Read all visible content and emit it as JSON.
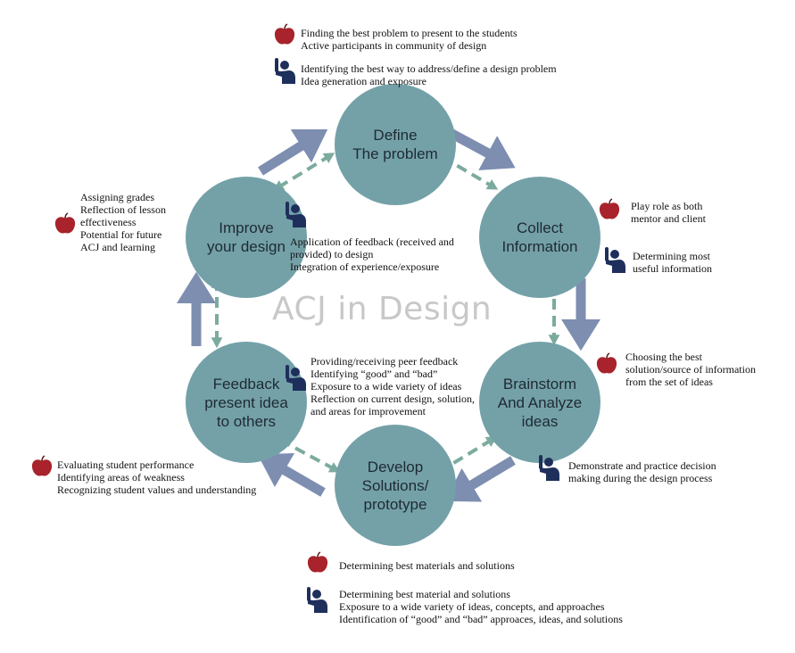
{
  "title": "ACJ in Design",
  "colors": {
    "node_fill": "#74a1a8",
    "cycle_arrow": "#7d8eb0",
    "dashed_arrow": "#7bab9e",
    "apple": "#a8232b",
    "student": "#1f2f5c"
  },
  "legend_icons": {
    "teacher": "apple-icon",
    "student": "raised-hand-student-icon"
  },
  "nodes": {
    "define": "Define\nThe problem",
    "collect": "Collect\nInformation",
    "brainstorm": "Brainstorm\nAnd Analyze\nideas",
    "develop": "Develop\nSolutions/\nprototype",
    "feedback": "Feedback\npresent idea\nto others",
    "improve": "Improve\nyour design"
  },
  "notes": {
    "define_teacher": "Finding the best problem to present to the students\nActive participants in community of design",
    "define_student": "Identifying the best way to address/define a design problem\nIdea generation and exposure",
    "collect_teacher": "Play role as both\nmentor and client",
    "collect_student": "Determining most\nuseful information",
    "brainstorm_teacher": "Choosing the best\nsolution/source of information\nfrom the set of ideas",
    "brainstorm_student": "Demonstrate and practice decision\nmaking during the design process",
    "develop_teacher": "Determining best materials and solutions",
    "develop_student": "Determining best material and solutions\nExposure to a wide variety of ideas, concepts, and approaches\nIdentification of “good” and “bad” approaces, ideas, and solutions",
    "feedback_teacher": "Evaluating student performance\nIdentifying areas of weakness\nRecognizing student values and understanding",
    "feedback_student": "Providing/receiving peer feedback\nIdentifying “good” and “bad”\nExposure to a wide variety of ideas\nReflection on current design, solution,\nand areas for improvement",
    "improve_teacher": "Assigning grades\nReflection of lesson\neffectiveness\nPotential for future\nACJ and learning",
    "improve_student": "Application of feedback (received and\nprovided) to design\nIntegration of experience/exposure"
  }
}
